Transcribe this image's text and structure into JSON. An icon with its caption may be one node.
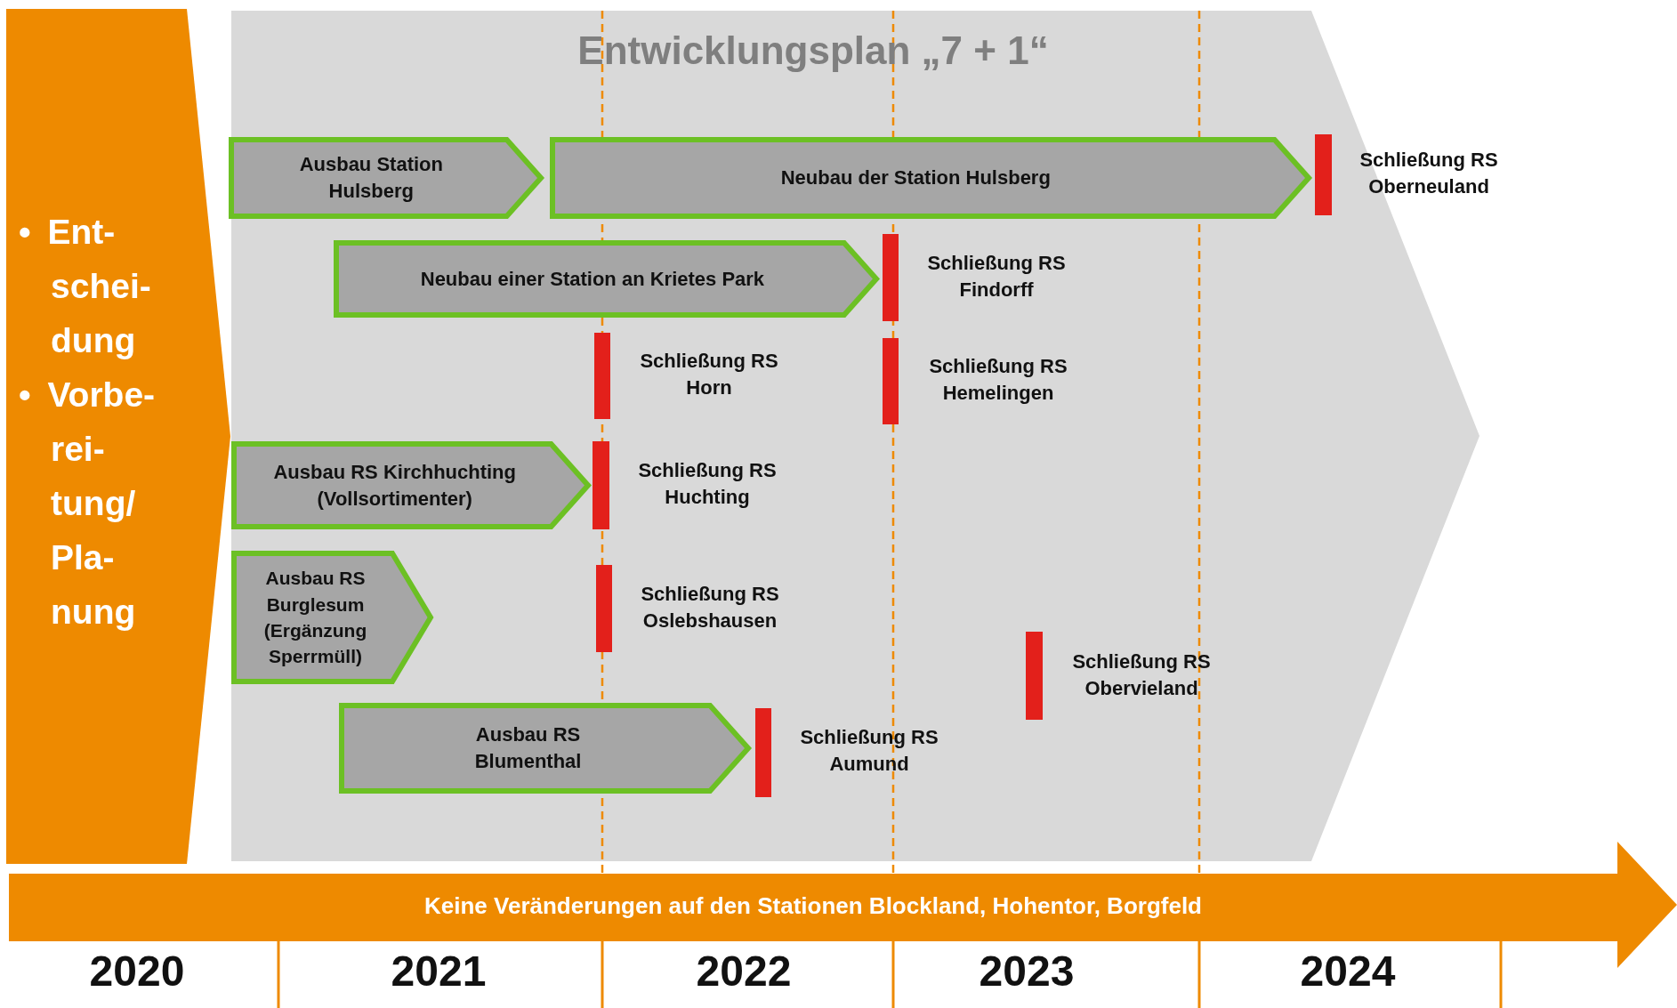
{
  "diagram": {
    "nodes": [
      {
        "text": [
          "• Ent- schei- dung",
          "• Vorbe- rei- tung/ Pla- nung"
        ]
      },
      {
        "text": [
          "Entwicklungsplan „7 + 1“"
        ]
      },
      {
        "text": [
          "Ausbau Station Hulsberg"
        ],
        "in": 1
      },
      {
        "text": [
          "Neubau der Station Hulsberg"
        ],
        "in": 1
      },
      {
        "text": [],
        "shape": "bar",
        "in": 1,
        "beside": [
          "Schließung RS Oberneuland"
        ]
      },
      {
        "text": [
          "Neubau einer Station an Krietes Park"
        ],
        "in": 1
      },
      {
        "text": [],
        "shape": "bar",
        "in": 1,
        "beside": [
          "Schließung RS Findorff"
        ]
      },
      {
        "text": [],
        "shape": "bar",
        "in": 1,
        "beside": [
          "Schließung RS Horn"
        ]
      },
      {
        "text": [],
        "shape": "bar",
        "in": 1,
        "beside": [
          "Schließung RS Hemelingen"
        ]
      },
      {
        "text": [
          "Ausbau RS Kirchhuchting (Vollsortimenter)"
        ],
        "in": 1
      },
      {
        "text": [],
        "shape": "bar",
        "in": 1,
        "beside": [
          "Schließung RS Huchting"
        ]
      },
      {
        "text": [
          "Ausbau RS Burglesum (Ergänzung Sperrmüll)"
        ],
        "in": 1
      },
      {
        "text": [],
        "shape": "bar",
        "in": 1,
        "beside": [
          "Schließung RS Oslebshausen"
        ]
      },
      {
        "text": [],
        "shape": "bar",
        "in": 1,
        "beside": [
          "Schließung RS Obervieland"
        ]
      },
      {
        "text": [
          "Ausbau RS Blumenthal"
        ],
        "in": 1
      },
      {
        "text": [],
        "shape": "bar",
        "in": 1,
        "beside": [
          "Schließung RS Aumund"
        ]
      },
      {
        "text": [
          "Keine Veränderungen auf den Stationen Blockland, Hohentor, Borgfeld"
        ]
      }
    ],
    "edges": [],
    "labels": [
      "2020",
      "2021",
      "2022",
      "2023",
      "2024"
    ]
  }
}
